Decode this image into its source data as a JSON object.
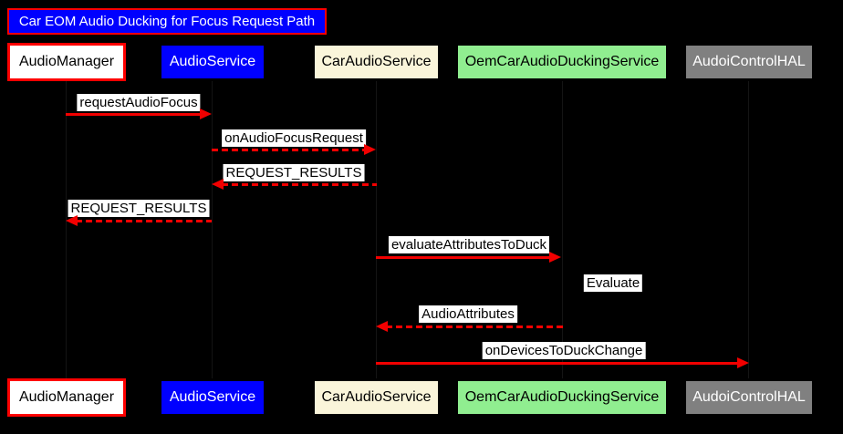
{
  "diagram": {
    "type": "sequence-diagram",
    "title": "Car EOM Audio Ducking for Focus Request Path",
    "participants": [
      {
        "name": "AudioManager",
        "fill": "#ffffff",
        "text_color": "#000000",
        "border_color": "#ff0000"
      },
      {
        "name": "AudioService",
        "fill": "#0000ff",
        "text_color": "#ffffff"
      },
      {
        "name": "CarAudioService",
        "fill": "#faf5da",
        "text_color": "#000000"
      },
      {
        "name": "OemCarAudioDuckingService",
        "fill": "#90ee90",
        "text_color": "#000000"
      },
      {
        "name": "AudoiControlHAL",
        "fill": "#808080",
        "text_color": "#ffffff"
      }
    ],
    "messages": [
      {
        "label": "requestAudioFocus",
        "from": "AudioManager",
        "to": "AudioService",
        "line": "solid",
        "direction": "right"
      },
      {
        "label": "onAudioFocusRequest",
        "from": "AudioService",
        "to": "CarAudioService",
        "line": "dashed",
        "direction": "right"
      },
      {
        "label": "REQUEST_RESULTS",
        "from": "CarAudioService",
        "to": "AudioService",
        "line": "dashed",
        "direction": "left"
      },
      {
        "label": "REQUEST_RESULTS",
        "from": "AudioService",
        "to": "AudioManager",
        "line": "dashed",
        "direction": "left"
      },
      {
        "label": "evaluateAttributesToDuck",
        "from": "CarAudioService",
        "to": "OemCarAudioDuckingService",
        "line": "solid",
        "direction": "right"
      },
      {
        "label": "Evaluate",
        "from": "OemCarAudioDuckingService",
        "to": "OemCarAudioDuckingService",
        "line": "none",
        "direction": "self"
      },
      {
        "label": "AudioAttributes",
        "from": "OemCarAudioDuckingService",
        "to": "CarAudioService",
        "line": "dashed",
        "direction": "left"
      },
      {
        "label": "onDevicesToDuckChange",
        "from": "CarAudioService",
        "to": "AudoiControlHAL",
        "line": "solid",
        "direction": "right"
      }
    ],
    "colors": {
      "background": "#000000",
      "arrow": "#f20000",
      "title_fill": "#0000ff",
      "title_border": "#ff0000",
      "title_text": "#ffffff",
      "message_label_bg": "#ffffff",
      "message_label_text": "#000000"
    }
  }
}
